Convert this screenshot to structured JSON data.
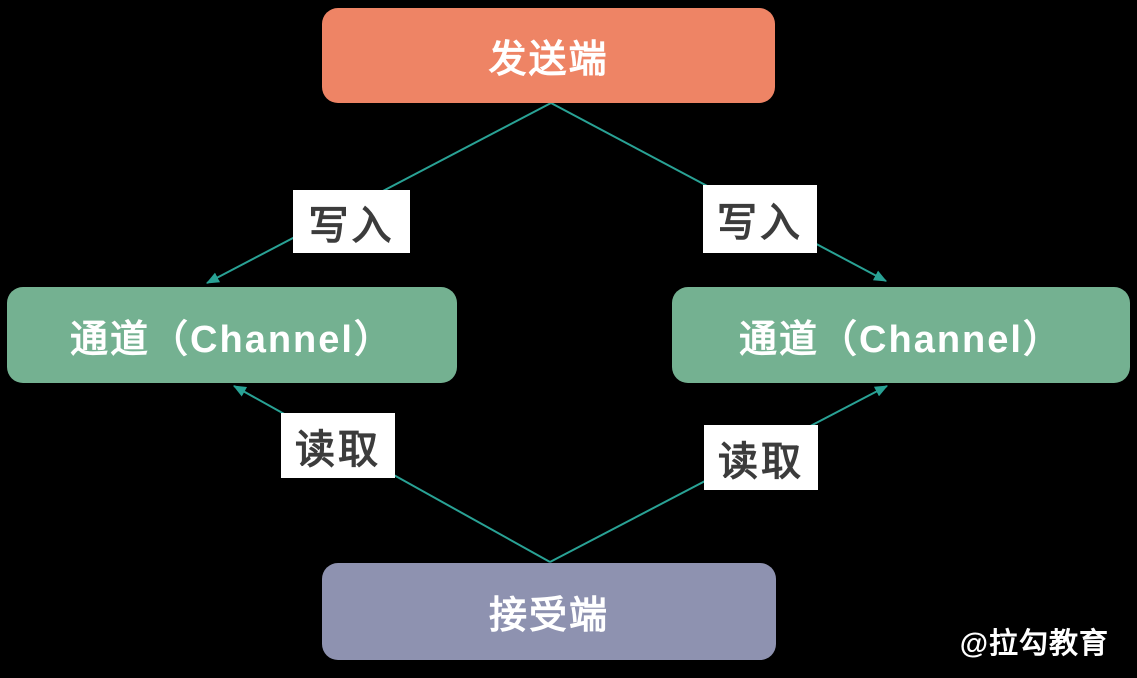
{
  "diagram": {
    "nodes": {
      "sender": {
        "label": "发送端",
        "color": "#EE8465"
      },
      "channel_left": {
        "label": "通道（Channel）",
        "color": "#74B191"
      },
      "channel_right": {
        "label": "通道（Channel）",
        "color": "#74B191"
      },
      "receiver": {
        "label": "接受端",
        "color": "#8E92B0"
      }
    },
    "edges": {
      "write_left": {
        "label": "写入",
        "from": "sender",
        "to": "channel_left"
      },
      "write_right": {
        "label": "写入",
        "from": "sender",
        "to": "channel_right"
      },
      "read_left": {
        "label": "读取",
        "from": "receiver",
        "to": "channel_left"
      },
      "read_right": {
        "label": "读取",
        "from": "receiver",
        "to": "channel_right"
      }
    },
    "colors": {
      "background": "#000000",
      "line": "#29A295",
      "edge_label_bg": "#FFFFFF",
      "edge_label_text": "#3C3C3C",
      "node_text": "#FFFFFF"
    },
    "watermark": "@拉勾教育"
  }
}
